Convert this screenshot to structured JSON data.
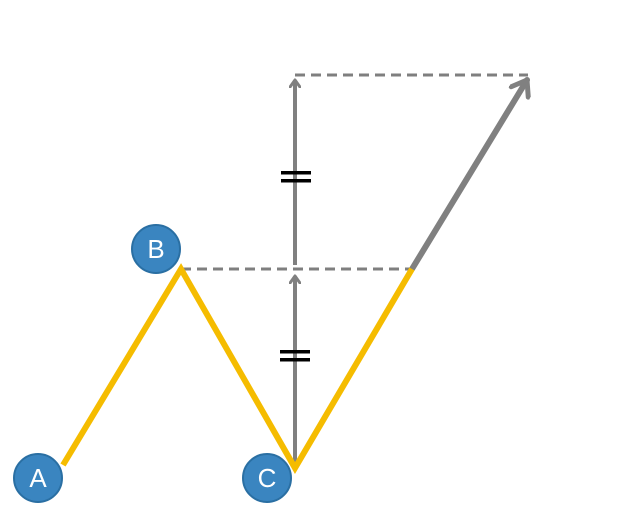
{
  "points": [
    {
      "id": "A",
      "label": "A"
    },
    {
      "id": "B",
      "label": "B"
    },
    {
      "id": "C",
      "label": "C"
    }
  ],
  "colors": {
    "zigzag": "#F5BC00",
    "arrow": "#808080",
    "dashed": "#7F7F7F",
    "node_fill": "#3A85C0",
    "node_stroke": "#2A6FA3",
    "node_text": "#FFFFFF",
    "equal_mark": "#000000"
  },
  "annotations": {
    "equal_mark_upper": "equal-length",
    "equal_mark_lower": "equal-length"
  }
}
